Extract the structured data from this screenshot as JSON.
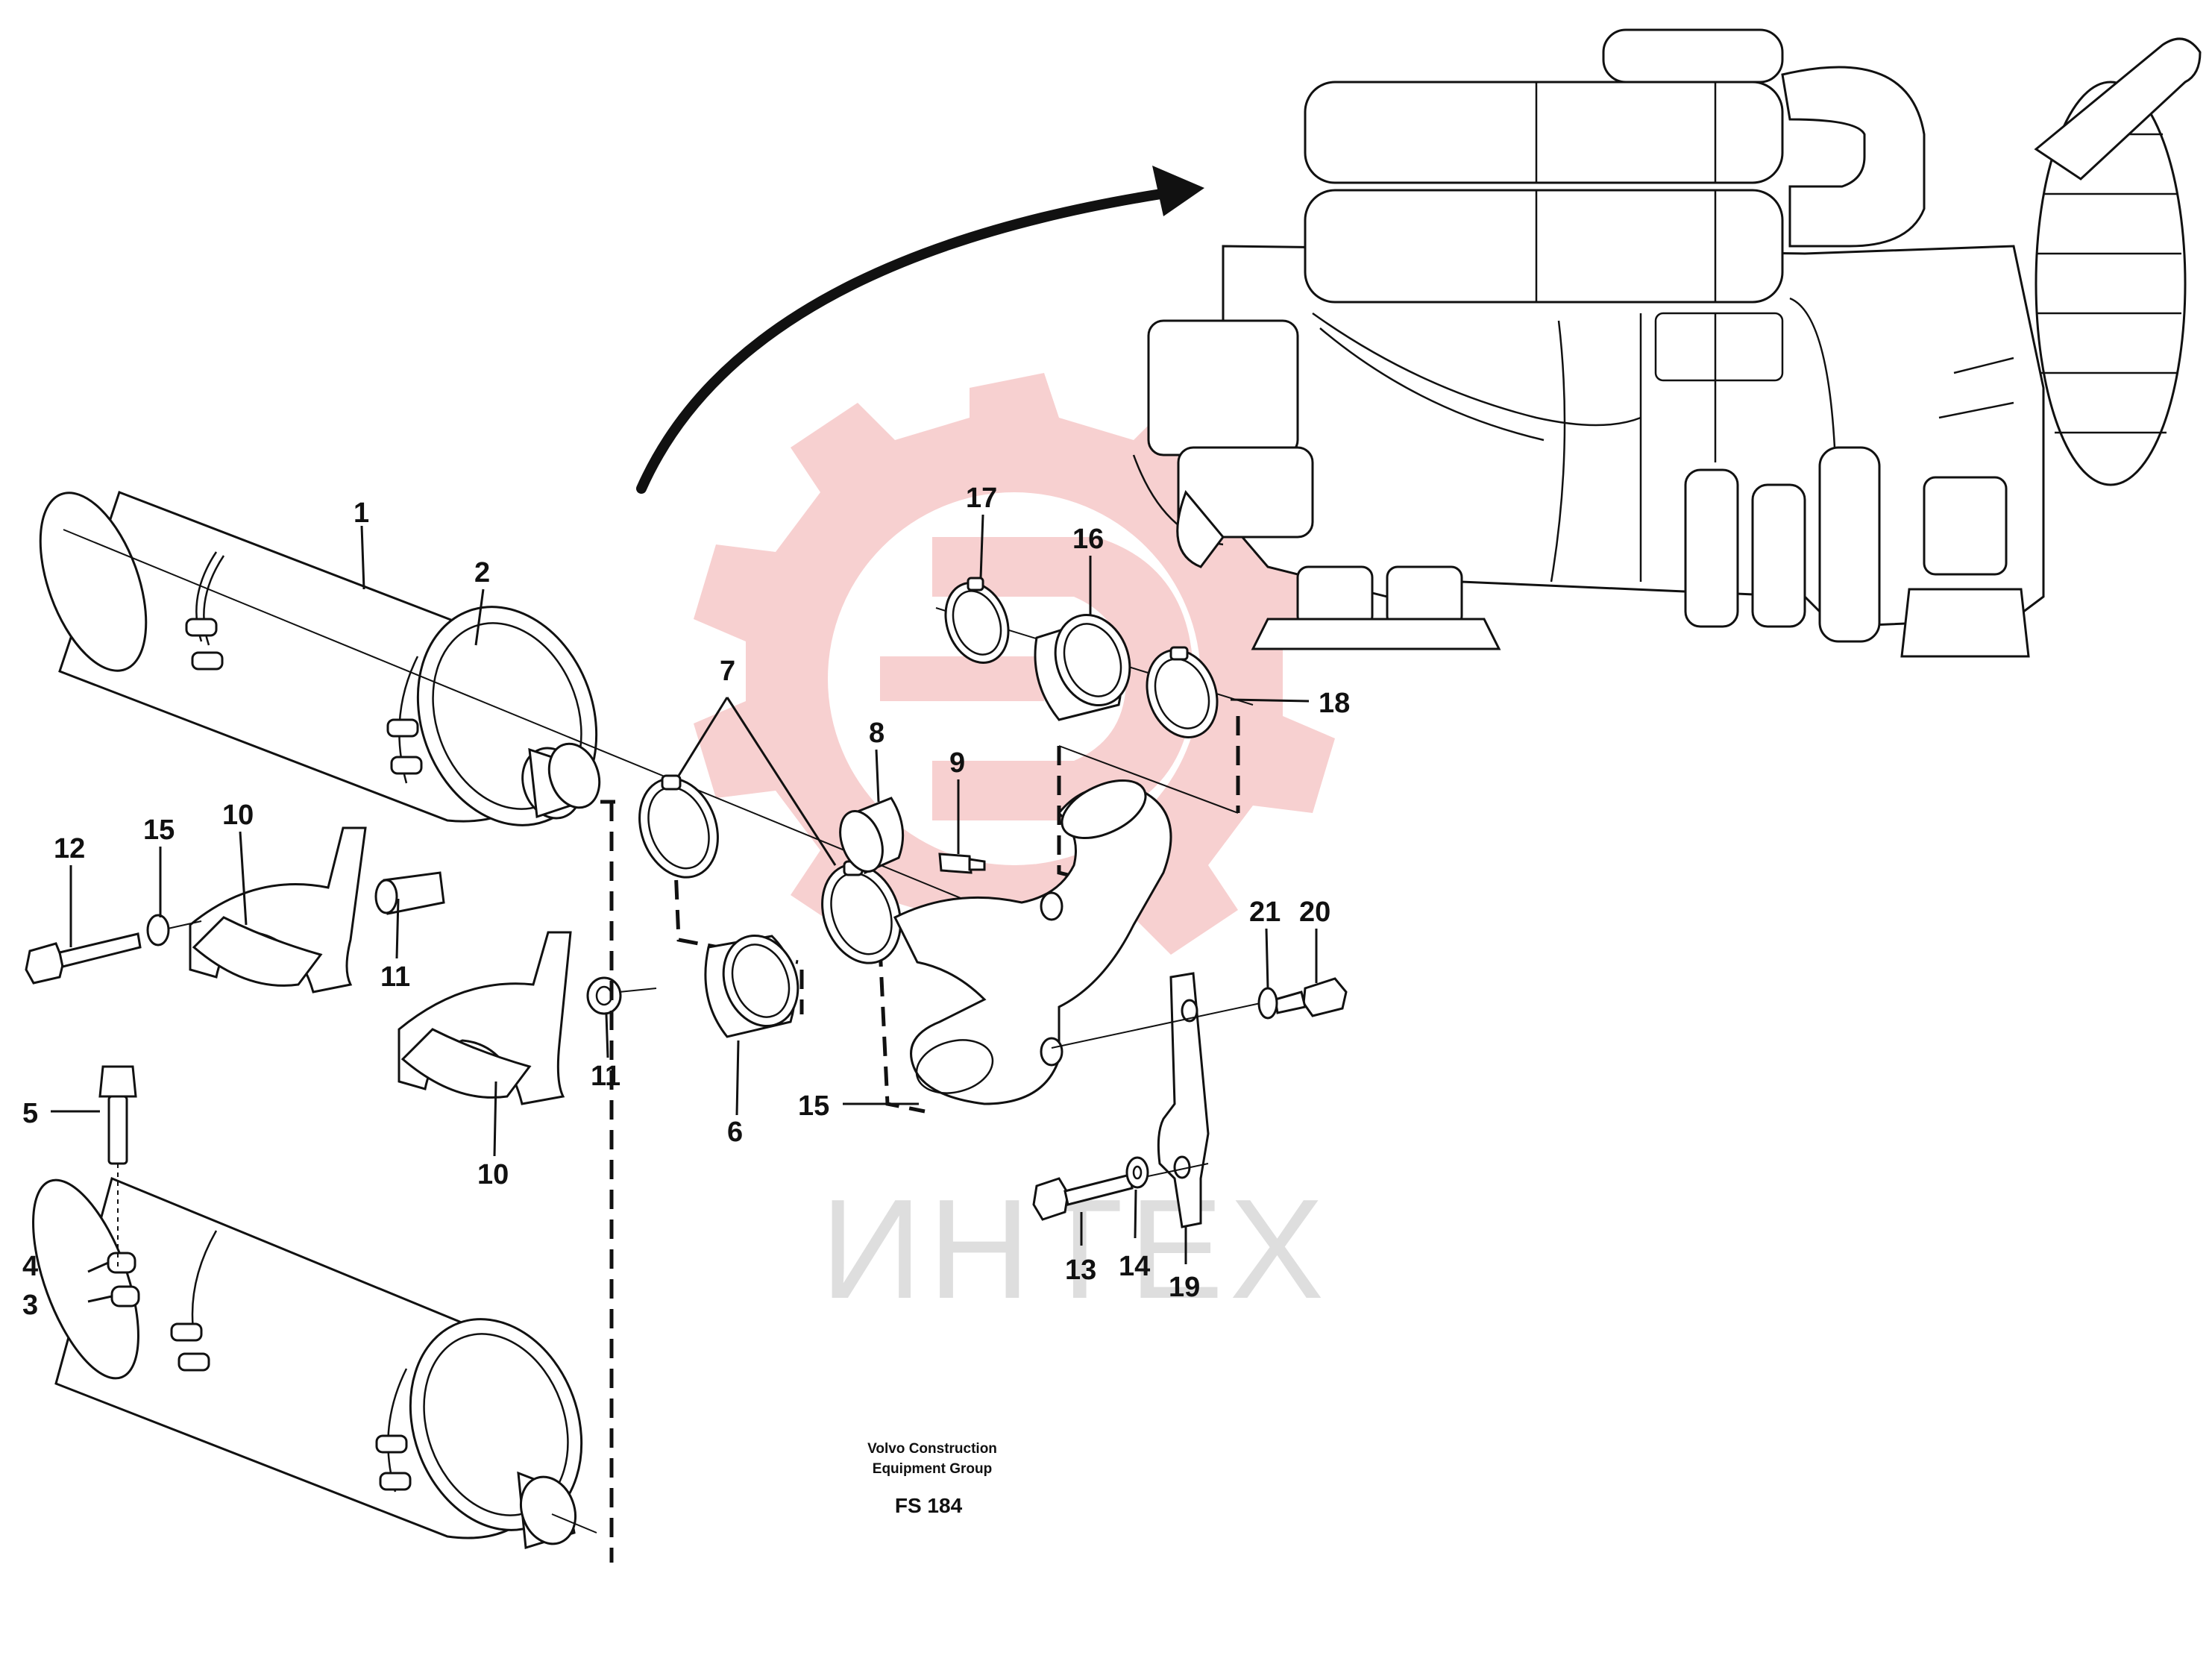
{
  "callouts": {
    "c1": "1",
    "c2": "2",
    "c3": "3",
    "c4": "4",
    "c5": "5",
    "c6": "6",
    "c7": "7",
    "c8": "8",
    "c9": "9",
    "c10a": "10",
    "c10b": "10",
    "c11a": "11",
    "c11b": "11",
    "c12": "12",
    "c13": "13",
    "c14": "14",
    "c15a": "15",
    "c15b": "15",
    "c16": "16",
    "c17": "17",
    "c18": "18",
    "c19": "19",
    "c20": "20",
    "c21": "21"
  },
  "caption": {
    "line1": "Volvo Construction",
    "line2": "Equipment Group",
    "code": "FS 184"
  },
  "watermark": {
    "text": "ИНТЕХ",
    "color": "#f6c8c8"
  }
}
